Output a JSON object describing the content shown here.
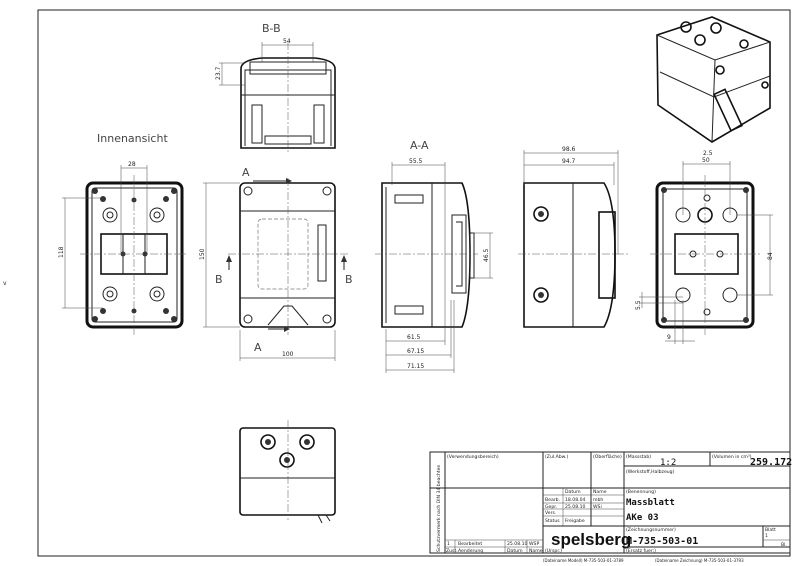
{
  "views": {
    "section_bb": "B-B",
    "inner_view": "Innenansicht",
    "section_aa": "A-A",
    "cut_a_top": "A",
    "cut_a_bottom": "A",
    "cut_b_left": "B",
    "cut_b_right": "B",
    "edge_marker": "v"
  },
  "dimensions": {
    "bb_width": "54",
    "bb_height": "23.7",
    "inner_spacing": "28",
    "inner_height": "118",
    "front_height": "150",
    "front_width": "100",
    "aa_depth": "55.5",
    "aa_window": "46.5",
    "aa_depth_2": "61.5",
    "aa_depth_3": "67.15",
    "aa_depth_4": "71.15",
    "side_total": "98.6",
    "side_body": "94.7",
    "back_offset": "2.5",
    "back_spacing": "50",
    "back_height": "84",
    "back_hole": "5.5",
    "back_edge": "9"
  },
  "title_block": {
    "usage_label": "(Verwendungsbereich)",
    "tolerance_label": "(Zul.Abw.)",
    "surface_label": "(Oberfläche)",
    "scale_label": "(Massstab)",
    "scale_value": "1:2",
    "volume_label": "(Volumen in cm³)",
    "volume_value": "259.172",
    "material_label": "(Werkstoff,Halbzeug)",
    "date_header": "Datum",
    "name_header": "Name",
    "row_bearb": "Bearb.",
    "row_bearb_date": "18.08.04",
    "row_bearb_name": "mbh",
    "row_gepr": "Gepr.",
    "row_gepr_date": "25.08.10",
    "row_gepr_name": "WSi",
    "row_vers": "Vers.",
    "row_status": "Status",
    "status_value": "Freigabe",
    "designation_label": "(Benennung)",
    "designation_1": "Massblatt",
    "designation_2": "AKe 03",
    "drawing_no_label": "(Zeichnungsnummer)",
    "drawing_no": "M-735-503-01",
    "sheet_label": "Blatt",
    "sheet_value": "1",
    "sheet_count": "Bl.",
    "brand": "spelsberg",
    "origin_label": "(Urspr.)",
    "replacement_label": "(Ersatz fuer:)",
    "rev_no": "1",
    "rev_text": "Bearbeitet",
    "rev_date": "25.08.10",
    "rev_name": "WSP",
    "rev_h_zust": "Zust.",
    "rev_h_change": "Aenderung",
    "rev_h_date": "Datum",
    "rev_h_name": "Name",
    "protection_note": "Schutzvermerk nach DIN 34 beachten",
    "model_file": "(Dateiname Modell) M-735-503-01-3789",
    "drawing_file": "(Dateiname Zeichnung) M-735-503-01-3793"
  }
}
